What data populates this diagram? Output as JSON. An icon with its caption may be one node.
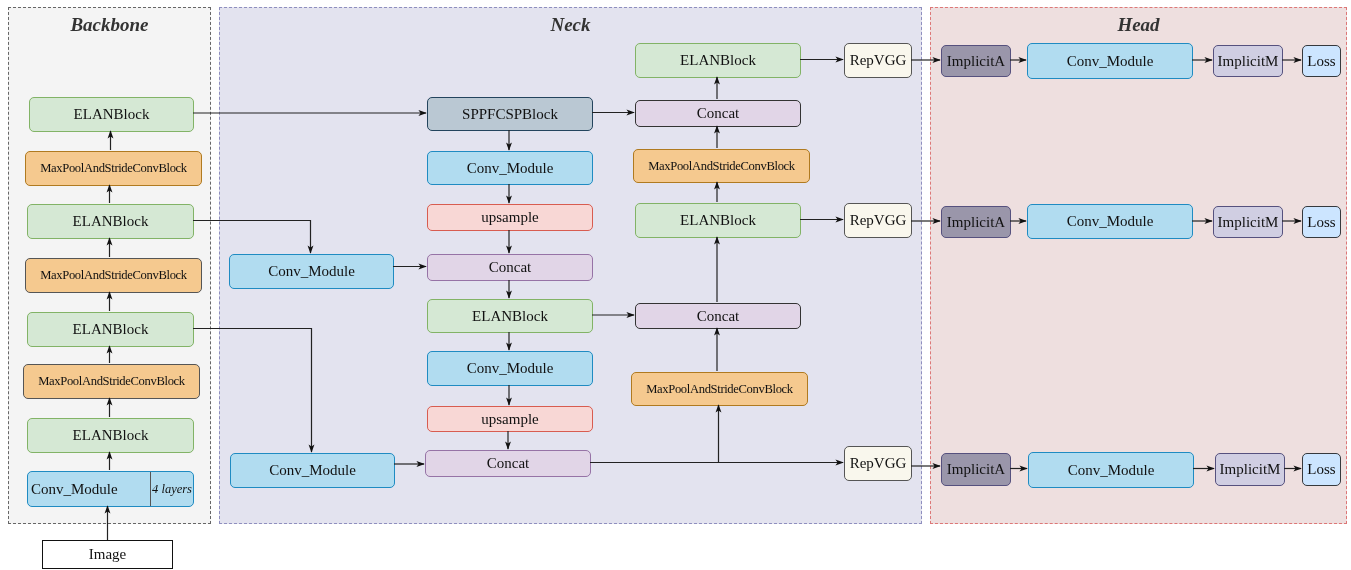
{
  "diagram": {
    "nodes": [
      {
        "text": [
          "Backbone"
        ]
      },
      {
        "text": [
          "Neck"
        ]
      },
      {
        "text": [
          "Head"
        ]
      },
      {
        "text": [
          "ELANBlock"
        ],
        "in": 0
      },
      {
        "text": [
          "MaxPoolAndStrideConvBlock"
        ],
        "in": 0
      },
      {
        "text": [
          "ELANBlock"
        ],
        "in": 0
      },
      {
        "text": [
          "MaxPoolAndStrideConvBlock"
        ],
        "in": 0
      },
      {
        "text": [
          "ELANBlock"
        ],
        "in": 0
      },
      {
        "text": [
          "MaxPoolAndStrideConvBlock"
        ],
        "in": 0
      },
      {
        "text": [
          "ELANBlock"
        ],
        "in": 0
      },
      {
        "text": [
          "Conv_Module",
          "4 layers"
        ],
        "in": 0
      },
      {
        "text": [
          "Image"
        ]
      },
      {
        "text": [
          "Conv_Module"
        ],
        "in": 1
      },
      {
        "text": [
          "Conv_Module"
        ],
        "in": 1
      },
      {
        "text": [
          "SPPFCSPBlock"
        ],
        "in": 1
      },
      {
        "text": [
          "Conv_Module"
        ],
        "in": 1
      },
      {
        "text": [
          "upsample"
        ],
        "in": 1
      },
      {
        "text": [
          "Concat"
        ],
        "in": 1
      },
      {
        "text": [
          "ELANBlock"
        ],
        "in": 1
      },
      {
        "text": [
          "Conv_Module"
        ],
        "in": 1
      },
      {
        "text": [
          "upsample"
        ],
        "in": 1
      },
      {
        "text": [
          "Concat"
        ],
        "in": 1
      },
      {
        "text": [
          "ELANBlock"
        ],
        "in": 1
      },
      {
        "text": [
          "Concat"
        ],
        "in": 1
      },
      {
        "text": [
          "MaxPoolAndStrideConvBlock"
        ],
        "in": 1
      },
      {
        "text": [
          "ELANBlock"
        ],
        "in": 1
      },
      {
        "text": [
          "Concat"
        ],
        "in": 1
      },
      {
        "text": [
          "MaxPoolAndStrideConvBlock"
        ],
        "in": 1
      },
      {
        "text": [
          "RepVGG"
        ],
        "in": 1
      },
      {
        "text": [
          "RepVGG"
        ],
        "in": 1
      },
      {
        "text": [
          "RepVGG"
        ],
        "in": 1
      },
      {
        "text": [
          "ImplicitA"
        ],
        "in": 2
      },
      {
        "text": [
          "Conv_Module"
        ],
        "in": 2
      },
      {
        "text": [
          "ImplicitM"
        ],
        "in": 2
      },
      {
        "text": [
          "Loss"
        ],
        "in": 2
      },
      {
        "text": [
          "ImplicitA"
        ],
        "in": 2
      },
      {
        "text": [
          "Conv_Module"
        ],
        "in": 2
      },
      {
        "text": [
          "ImplicitM"
        ],
        "in": 2
      },
      {
        "text": [
          "Loss"
        ],
        "in": 2
      },
      {
        "text": [
          "ImplicitA"
        ],
        "in": 2
      },
      {
        "text": [
          "Conv_Module"
        ],
        "in": 2
      },
      {
        "text": [
          "ImplicitM"
        ],
        "in": 2
      },
      {
        "text": [
          "Loss"
        ],
        "in": 2
      }
    ],
    "edges": [
      {
        "from": 11,
        "to": 10,
        "arrow": "to"
      },
      {
        "from": 10,
        "to": 9,
        "arrow": "to"
      },
      {
        "from": 9,
        "to": 8,
        "arrow": "to"
      },
      {
        "from": 8,
        "to": 7,
        "arrow": "to"
      },
      {
        "from": 7,
        "to": 6,
        "arrow": "to"
      },
      {
        "from": 6,
        "to": 5,
        "arrow": "to"
      },
      {
        "from": 5,
        "to": 4,
        "arrow": "to"
      },
      {
        "from": 4,
        "to": 3,
        "arrow": "to"
      },
      {
        "from": 3,
        "to": 14,
        "arrow": "to"
      },
      {
        "from": 5,
        "to": 12,
        "arrow": "to"
      },
      {
        "from": 7,
        "to": 13,
        "arrow": "to"
      },
      {
        "from": 14,
        "to": 15,
        "arrow": "to"
      },
      {
        "from": 15,
        "to": 16,
        "arrow": "to"
      },
      {
        "from": 16,
        "to": 17,
        "arrow": "to"
      },
      {
        "from": 12,
        "to": 17,
        "arrow": "to"
      },
      {
        "from": 17,
        "to": 18,
        "arrow": "to"
      },
      {
        "from": 18,
        "to": 19,
        "arrow": "to"
      },
      {
        "from": 19,
        "to": 20,
        "arrow": "to"
      },
      {
        "from": 20,
        "to": 21,
        "arrow": "to"
      },
      {
        "from": 13,
        "to": 21,
        "arrow": "to"
      },
      {
        "from": 14,
        "to": 23,
        "arrow": "to"
      },
      {
        "from": 18,
        "to": 26,
        "arrow": "to"
      },
      {
        "from": 21,
        "to": 30,
        "arrow": "to"
      },
      {
        "from": 21,
        "to": 27,
        "arrow": "to"
      },
      {
        "from": 27,
        "to": 26,
        "arrow": "to"
      },
      {
        "from": 26,
        "to": 25,
        "arrow": "to"
      },
      {
        "from": 25,
        "to": 24,
        "arrow": "to"
      },
      {
        "from": 24,
        "to": 23,
        "arrow": "to"
      },
      {
        "from": 23,
        "to": 22,
        "arrow": "to"
      },
      {
        "from": 22,
        "to": 28,
        "arrow": "to"
      },
      {
        "from": 25,
        "to": 29,
        "arrow": "to"
      },
      {
        "from": 28,
        "to": 31,
        "arrow": "to"
      },
      {
        "from": 31,
        "to": 32,
        "arrow": "to"
      },
      {
        "from": 32,
        "to": 33,
        "arrow": "to"
      },
      {
        "from": 33,
        "to": 34,
        "arrow": "to"
      },
      {
        "from": 29,
        "to": 35,
        "arrow": "to"
      },
      {
        "from": 35,
        "to": 36,
        "arrow": "to"
      },
      {
        "from": 36,
        "to": 37,
        "arrow": "to"
      },
      {
        "from": 37,
        "to": 38,
        "arrow": "to"
      },
      {
        "from": 30,
        "to": 39,
        "arrow": "to"
      },
      {
        "from": 39,
        "to": 40,
        "arrow": "to"
      },
      {
        "from": 40,
        "to": 41,
        "arrow": "to"
      },
      {
        "from": 41,
        "to": 42,
        "arrow": "to"
      }
    ]
  }
}
